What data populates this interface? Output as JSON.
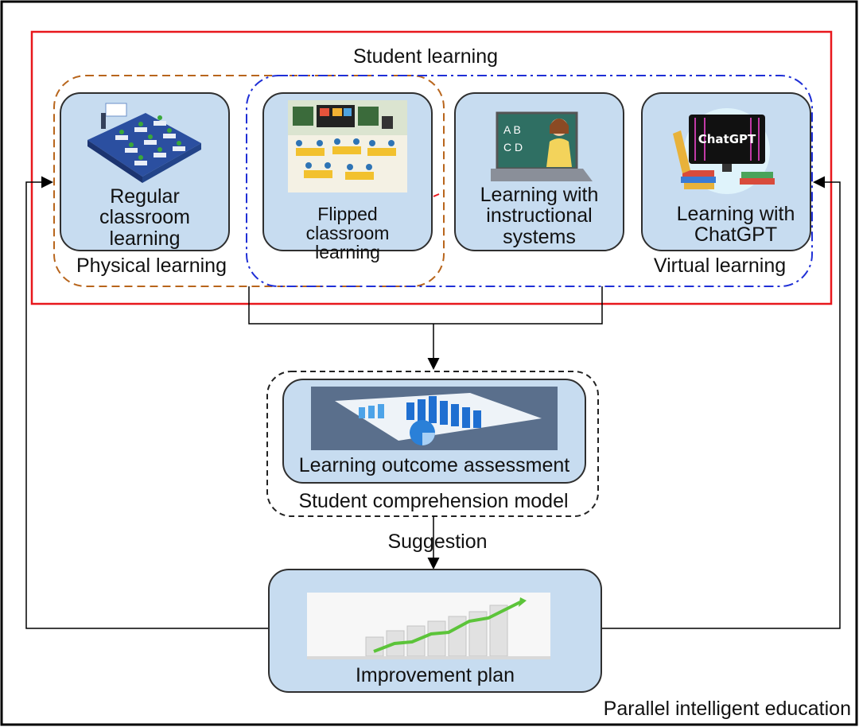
{
  "diagram": {
    "outer_caption": "Parallel intelligent education",
    "student_learning": "Student learning",
    "physical_learning": "Physical learning",
    "virtual_learning": "Virtual learning",
    "cards": {
      "regular": "Regular classroom learning",
      "flipped": "Flipped classroom learning",
      "instructional": "Learning with instructional systems",
      "chatgpt": "Learning with ChatGPT",
      "chatgpt_screen_text": "ChatGPT"
    },
    "assessment": "Learning outcome assessment",
    "comprehension_model": "Student comprehension model",
    "suggestion": "Suggestion",
    "improvement": "Improvement plan",
    "colors": {
      "student_box": "#e8171c",
      "physical_group": "#b8651c",
      "virtual_group": "#1f2fd6",
      "card_fill": "#c7dcf0"
    }
  }
}
